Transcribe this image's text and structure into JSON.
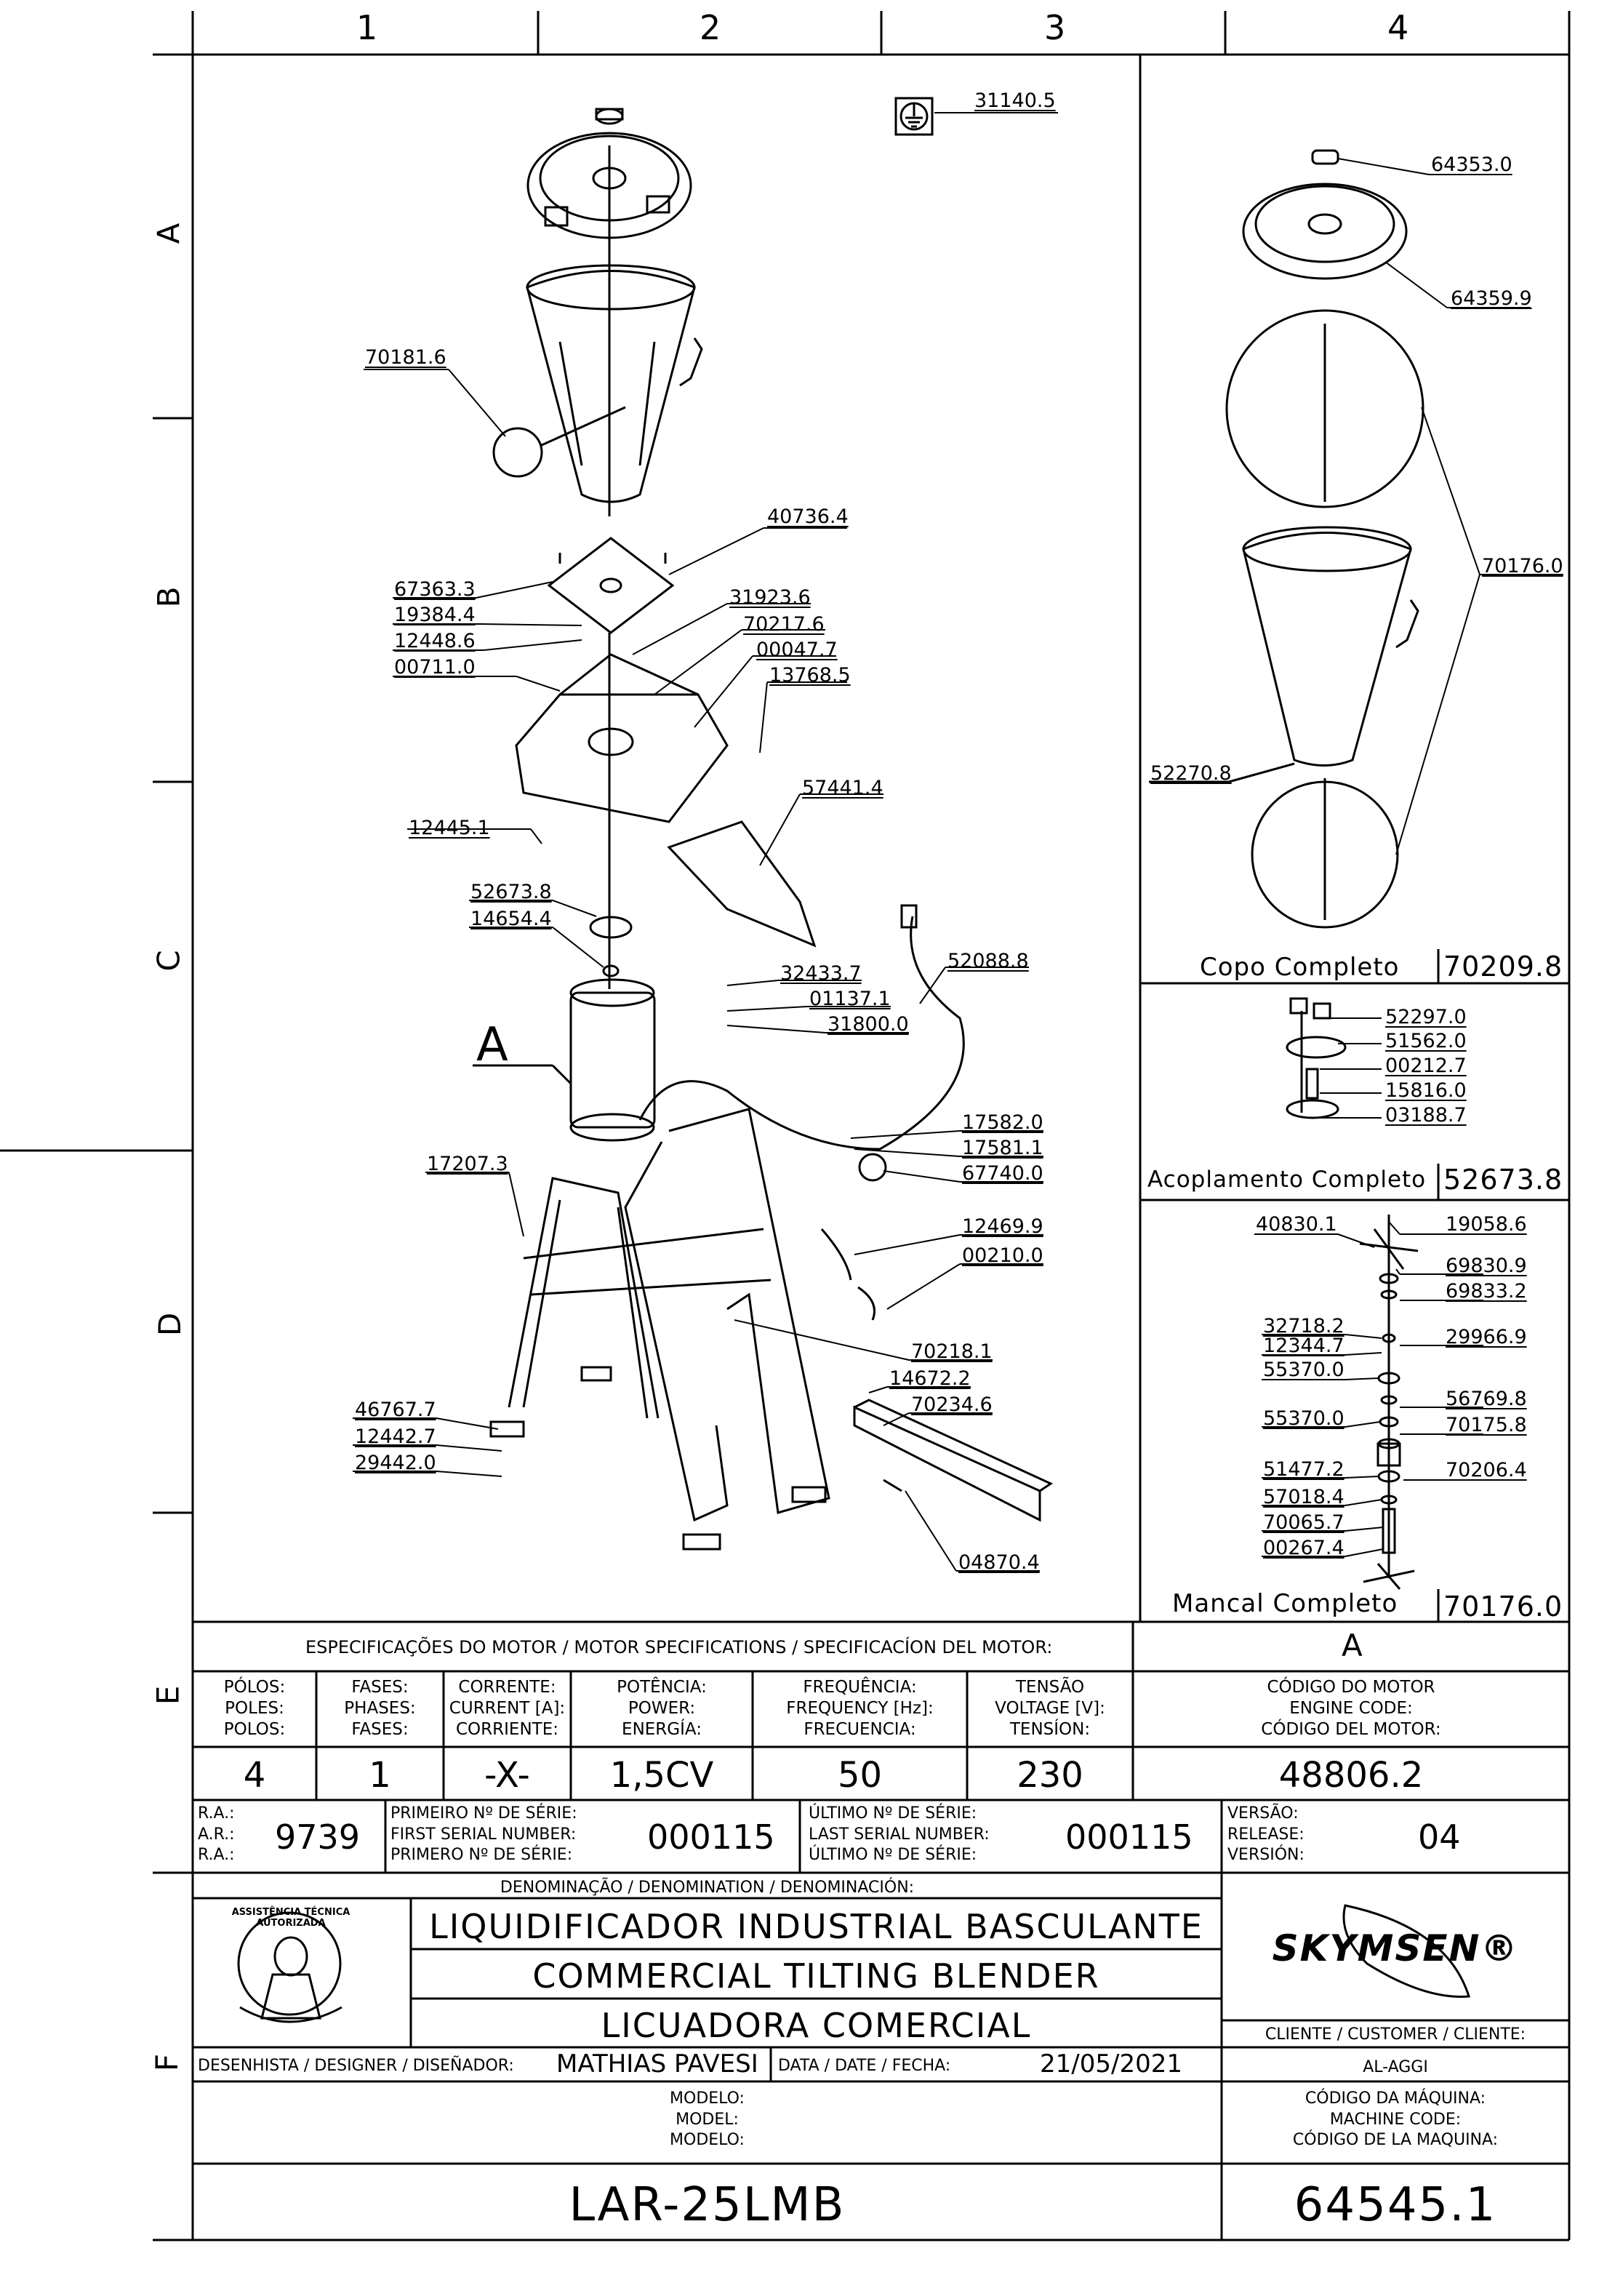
{
  "grid": {
    "columns": [
      "1",
      "2",
      "3",
      "4"
    ],
    "rows": [
      "A",
      "B",
      "C",
      "D",
      "E",
      "F"
    ]
  },
  "main_view": {
    "detail_marker": "A",
    "part_labels": [
      {
        "id": "p1",
        "text": "31140.5"
      },
      {
        "id": "p2",
        "text": "70181.6"
      },
      {
        "id": "p3",
        "text": "40736.4"
      },
      {
        "id": "p4",
        "text": "67363.3"
      },
      {
        "id": "p5",
        "text": "19384.4"
      },
      {
        "id": "p6",
        "text": "31923.6"
      },
      {
        "id": "p7",
        "text": "70217.6"
      },
      {
        "id": "p8",
        "text": "12448.6"
      },
      {
        "id": "p9",
        "text": "00047.7"
      },
      {
        "id": "p10",
        "text": "00711.0"
      },
      {
        "id": "p11",
        "text": "13768.5"
      },
      {
        "id": "p12",
        "text": "57441.4"
      },
      {
        "id": "p13",
        "text": "12445.1"
      },
      {
        "id": "p14",
        "text": "52673.8"
      },
      {
        "id": "p15",
        "text": "14654.4"
      },
      {
        "id": "p16",
        "text": "52088.8"
      },
      {
        "id": "p17",
        "text": "32433.7"
      },
      {
        "id": "p18",
        "text": "01137.1"
      },
      {
        "id": "p19",
        "text": "31800.0"
      },
      {
        "id": "p20",
        "text": "17582.0"
      },
      {
        "id": "p21",
        "text": "17581.1"
      },
      {
        "id": "p22",
        "text": "67740.0"
      },
      {
        "id": "p23",
        "text": "17207.3"
      },
      {
        "id": "p24",
        "text": "12469.9"
      },
      {
        "id": "p25",
        "text": "00210.0"
      },
      {
        "id": "p26",
        "text": "70218.1"
      },
      {
        "id": "p27",
        "text": "14672.2"
      },
      {
        "id": "p28",
        "text": "70234.6"
      },
      {
        "id": "p29",
        "text": "46767.7"
      },
      {
        "id": "p30",
        "text": "12442.7"
      },
      {
        "id": "p31",
        "text": "29442.0"
      },
      {
        "id": "p32",
        "text": "04870.4"
      }
    ]
  },
  "copo": {
    "part_labels": [
      {
        "id": "c1",
        "text": "64353.0"
      },
      {
        "id": "c2",
        "text": "64359.9"
      },
      {
        "id": "c3",
        "text": "70176.0"
      },
      {
        "id": "c4",
        "text": "52270.8"
      }
    ],
    "caption": "Copo Completo",
    "code": "70209.8"
  },
  "acoplamento": {
    "part_labels": [
      {
        "id": "a1",
        "text": "52297.0"
      },
      {
        "id": "a2",
        "text": "51562.0"
      },
      {
        "id": "a3",
        "text": "00212.7"
      },
      {
        "id": "a4",
        "text": "15816.0"
      },
      {
        "id": "a5",
        "text": "03188.7"
      }
    ],
    "caption": "Acoplamento Completo",
    "code": "52673.8"
  },
  "mancal": {
    "part_labels": [
      {
        "id": "m1",
        "text": "40830.1"
      },
      {
        "id": "m2",
        "text": "19058.6"
      },
      {
        "id": "m3",
        "text": "69830.9"
      },
      {
        "id": "m4",
        "text": "69833.2"
      },
      {
        "id": "m5",
        "text": "32718.2"
      },
      {
        "id": "m6",
        "text": "12344.7"
      },
      {
        "id": "m7",
        "text": "29966.9"
      },
      {
        "id": "m8",
        "text": "55370.0"
      },
      {
        "id": "m9",
        "text": "56769.8"
      },
      {
        "id": "m10",
        "text": "55370.0"
      },
      {
        "id": "m11",
        "text": "70175.8"
      },
      {
        "id": "m12",
        "text": "51477.2"
      },
      {
        "id": "m13",
        "text": "70206.4"
      },
      {
        "id": "m14",
        "text": "57018.4"
      },
      {
        "id": "m15",
        "text": "70065.7"
      },
      {
        "id": "m16",
        "text": "00267.4"
      }
    ],
    "caption": "Mancal Completo",
    "code": "70176.0"
  },
  "motor_specs": {
    "title": "ESPECIFICAÇÕES DO MOTOR / MOTOR SPECIFICATIONS / SPECIFICACÍON DEL MOTOR:",
    "detail": "A",
    "headers": [
      "PÓLOS:\nPOLES:\nPOLOS:",
      "FASES:\nPHASES:\nFASES:",
      "CORRENTE:\nCURRENT [A]:\nCORRIENTE:",
      "POTÊNCIA:\nPOWER:\nENERGÍA:",
      "FREQUÊNCIA:\nFREQUENCY [Hz]:\nFRECUENCIA:",
      "TENSÃO\nVOLTAGE [V]:\nTENSÍON:",
      "CÓDIGO DO MOTOR\nENGINE CODE:\nCÓDIGO DEL MOTOR:"
    ],
    "values": [
      "4",
      "1",
      "-X-",
      "1,5CV",
      "50",
      "230",
      "48806.2"
    ]
  },
  "serial": {
    "ra_label": "R.A.:\nA.R.:\nR.A.:",
    "ra_value": "9739",
    "first_label": "PRIMEIRO Nº DE SÉRIE:\nFIRST SERIAL NUMBER:\nPRIMERO Nº DE SÉRIE:",
    "first_value": "000115",
    "last_label": "ÚLTIMO Nº DE SÉRIE:\nLAST SERIAL NUMBER:\nÚLTIMO Nº DE SÉRIE:",
    "last_value": "000115",
    "version_label": "VERSÃO:\nRELEASE:\nVERSIÓN:",
    "version_value": "04"
  },
  "denomination": {
    "label": "DENOMINAÇÃO / DENOMINATION / DENOMINACIÓN:",
    "lines": [
      "LIQUIDIFICADOR INDUSTRIAL BASCULANTE",
      "COMMERCIAL TILTING BLENDER",
      "LICUADORA COMERCIAL"
    ],
    "stamp_text": "ASSISTÊNCIA TÉCNICA AUTORIZADA",
    "brand": "SKYMSEN®"
  },
  "designer": {
    "label": "DESENHISTA / DESIGNER / DISEÑADOR:",
    "name": "MATHIAS PAVESI",
    "date_label": "DATA / DATE / FECHA:",
    "date": "21/05/2021"
  },
  "customer": {
    "label": "CLIENTE / CUSTOMER / CLIENTE:",
    "value": "AL-AGGI"
  },
  "model": {
    "label": "MODELO:\nMODEL:\nMODELO:",
    "value": "LAR-25LMB"
  },
  "machine_code": {
    "label": "CÓDIGO DA MÁQUINA:\nMACHINE CODE:\nCÓDIGO DE LA MAQUINA:",
    "value": "64545.1"
  },
  "colors": {
    "line": "#000000",
    "background": "#ffffff"
  }
}
